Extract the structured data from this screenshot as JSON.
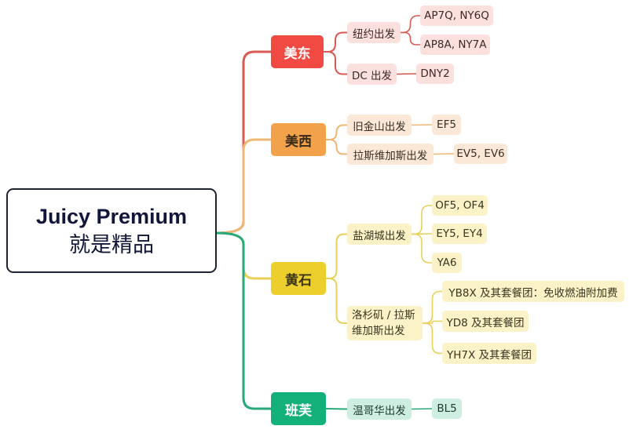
{
  "root": {
    "line1": "Juicy Premium",
    "line2": "就是精品"
  },
  "colors": {
    "red": "#f04a43",
    "red_link": "#d95a52",
    "red_leaf": "#fce0dd",
    "orange": "#f1a24a",
    "orange_link": "#efb775",
    "orange_leaf": "#fbe8d6",
    "yellow": "#eccf2d",
    "yellow_link": "#e8d05a",
    "yellow_leaf": "#fbf2c8",
    "green": "#14b07a",
    "green_link": "#26a979",
    "green_leaf": "#cdeee0",
    "text_dark": "#3a3a3a"
  },
  "regions": [
    {
      "label": "美东",
      "cities": [
        {
          "label": "纽约出发",
          "codes": [
            "AP7Q, NY6Q",
            "AP8A, NY7A"
          ]
        },
        {
          "label": "DC 出发",
          "codes": [
            "DNY2"
          ]
        }
      ]
    },
    {
      "label": "美西",
      "cities": [
        {
          "label": "旧金山出发",
          "codes": [
            "EF5"
          ]
        },
        {
          "label": "拉斯维加斯出发",
          "codes": [
            "EV5, EV6"
          ]
        }
      ]
    },
    {
      "label": "黄石",
      "cities": [
        {
          "label": "盐湖城出发",
          "codes": [
            "OF5, OF4",
            "EY5, EY4",
            "YA6"
          ]
        },
        {
          "label": "洛杉矶 / 拉斯维加斯出发",
          "codes": [
            "YB8X 及其套餐团：免收燃油附加费",
            "YD8 及其套餐团",
            "YH7X 及其套餐团"
          ]
        }
      ]
    },
    {
      "label": "班芙",
      "cities": [
        {
          "label": "温哥华出发",
          "codes": [
            "BL5"
          ]
        }
      ]
    }
  ]
}
